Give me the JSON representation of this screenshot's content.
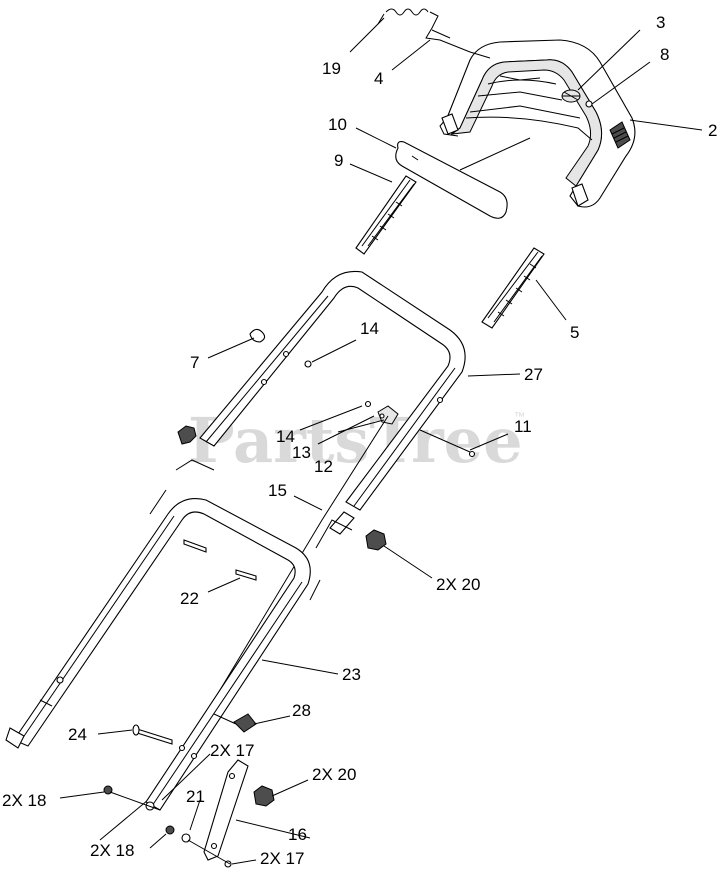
{
  "watermark": {
    "brand": "PartsTree",
    "trademark": "™"
  },
  "callouts": [
    {
      "id": "c19",
      "text": "19"
    },
    {
      "id": "c4",
      "text": "4"
    },
    {
      "id": "c3",
      "text": "3"
    },
    {
      "id": "c8",
      "text": "8"
    },
    {
      "id": "c2",
      "text": "2"
    },
    {
      "id": "c10",
      "text": "10"
    },
    {
      "id": "c9",
      "text": "9"
    },
    {
      "id": "c5",
      "text": "5"
    },
    {
      "id": "c7",
      "text": "7"
    },
    {
      "id": "c14a",
      "text": "14"
    },
    {
      "id": "c27",
      "text": "27"
    },
    {
      "id": "c14b",
      "text": "14"
    },
    {
      "id": "c13",
      "text": "13"
    },
    {
      "id": "c12",
      "text": "12"
    },
    {
      "id": "c11",
      "text": "11"
    },
    {
      "id": "c15",
      "text": "15"
    },
    {
      "id": "c20a",
      "text": "2X 20"
    },
    {
      "id": "c22",
      "text": "22"
    },
    {
      "id": "c23",
      "text": "23"
    },
    {
      "id": "c28",
      "text": "28"
    },
    {
      "id": "c24",
      "text": "24"
    },
    {
      "id": "c17a",
      "text": "2X 17"
    },
    {
      "id": "c20b",
      "text": "2X 20"
    },
    {
      "id": "c18a",
      "text": "2X 18"
    },
    {
      "id": "c21",
      "text": "21"
    },
    {
      "id": "c16",
      "text": "16"
    },
    {
      "id": "c18b",
      "text": "2X 18"
    },
    {
      "id": "c17b",
      "text": "2X 17"
    }
  ]
}
